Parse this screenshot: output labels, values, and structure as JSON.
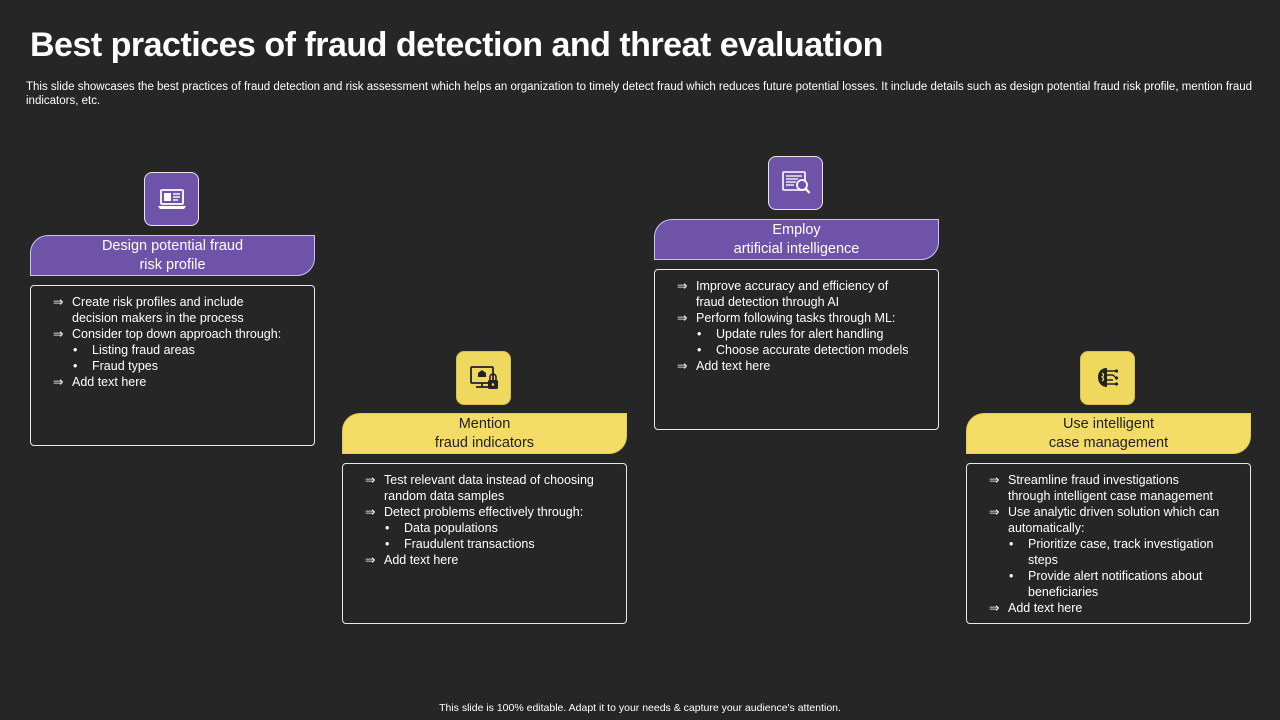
{
  "header": {
    "title": "Best practices of fraud detection and threat evaluation",
    "subtitle": "This slide showcases the best practices of fraud detection and risk assessment which helps an organization to  timely detect fraud which reduces future potential losses. It include details such as design potential fraud risk profile, mention fraud indicators, etc."
  },
  "footer": {
    "text": "This slide is 100% editable.  Adapt it to your needs & capture your audience's attention."
  },
  "colors": {
    "purple": "#6f53a8",
    "yellow": "#f2dc66",
    "background": "#262626"
  },
  "symbols": {
    "arrow": "⇒",
    "bullet": "•"
  },
  "cards": [
    {
      "icon": "laptop-icon",
      "banner": [
        "Design potential fraud",
        "risk profile"
      ],
      "lines": [
        "Create risk profiles and include",
        "decision makers in the process",
        "Consider top down approach through:",
        "Listing fraud areas",
        "Fraud types",
        "Add text here"
      ]
    },
    {
      "icon": "monitor-lock-icon",
      "banner": [
        "Mention",
        "fraud indicators"
      ],
      "lines": [
        "Test relevant  data instead of choosing",
        "random data samples",
        "Detect problems effectively through:",
        "Data populations",
        "Fraudulent transactions",
        "Add text here"
      ]
    },
    {
      "icon": "document-search-icon",
      "banner": [
        "Employ",
        "artificial  intelligence"
      ],
      "lines": [
        "Improve  accuracy and efficiency of",
        "fraud  detection through AI",
        "Perform following tasks through ML:",
        "Update rules for alert handling",
        "Choose accurate detection models",
        "Add text here"
      ]
    },
    {
      "icon": "brain-circuit-icon",
      "banner": [
        "Use intelligent",
        "case management"
      ],
      "lines": [
        "Streamline fraud investigations",
        "through intelligent case management",
        "Use analytic driven  solution which can",
        "automatically:",
        "Prioritize case, track investigation",
        "steps",
        "Provide  alert notifications about",
        "beneficiaries",
        "Add text here"
      ]
    }
  ]
}
